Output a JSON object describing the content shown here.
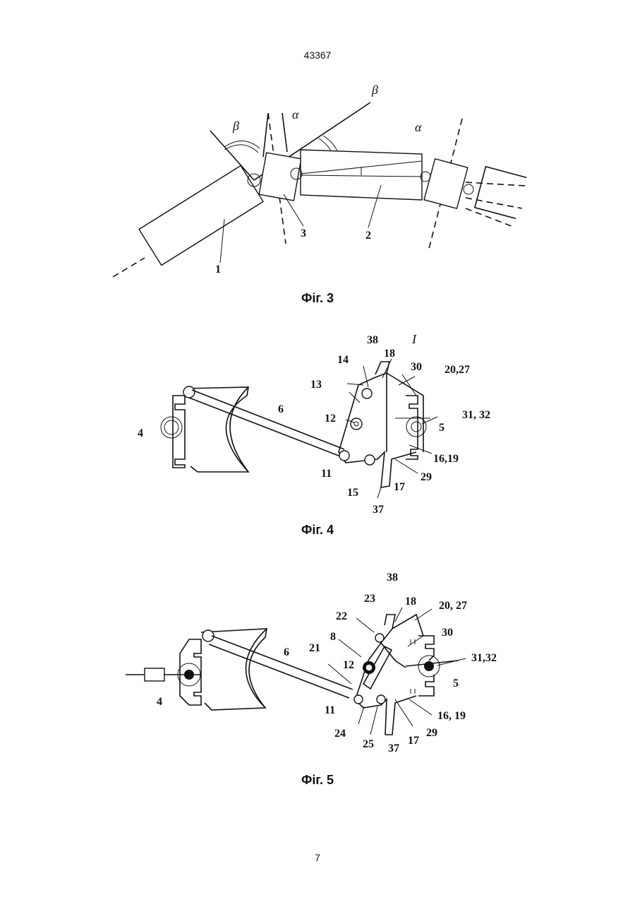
{
  "document": {
    "number": "43367",
    "page_number": "7"
  },
  "figures": [
    {
      "caption": "Фіг. 3",
      "labels": {
        "l1": "1",
        "l2": "2",
        "l3": "3",
        "beta_a": "β",
        "beta_b": "β",
        "alpha_a": "α",
        "alpha_b": "α"
      }
    },
    {
      "caption": "Фіг. 4",
      "labels": {
        "l4": "4",
        "l5": "5",
        "l6": "6",
        "l11": "11",
        "l12": "12",
        "l13": "13",
        "l14": "14",
        "l15": "15",
        "l17": "17",
        "l18": "18",
        "l29": "29",
        "l30": "30",
        "l37": "37",
        "l38": "38",
        "l1619": "16,19",
        "l2027": "20,27",
        "l3132": "31, 32",
        "lI": "I"
      }
    },
    {
      "caption": "Фіг. 5",
      "labels": {
        "l4": "4",
        "l5": "5",
        "l6": "6",
        "l8": "8",
        "l11": "11",
        "l12": "12",
        "l17": "17",
        "l18": "18",
        "l21": "21",
        "l22": "22",
        "l23": "23",
        "l24": "24",
        "l25": "25",
        "l29": "29",
        "l30": "30",
        "l37": "37",
        "l38": "38",
        "l1619": "16, 19",
        "l2027": "20, 27",
        "l3132": "31,32"
      }
    }
  ]
}
